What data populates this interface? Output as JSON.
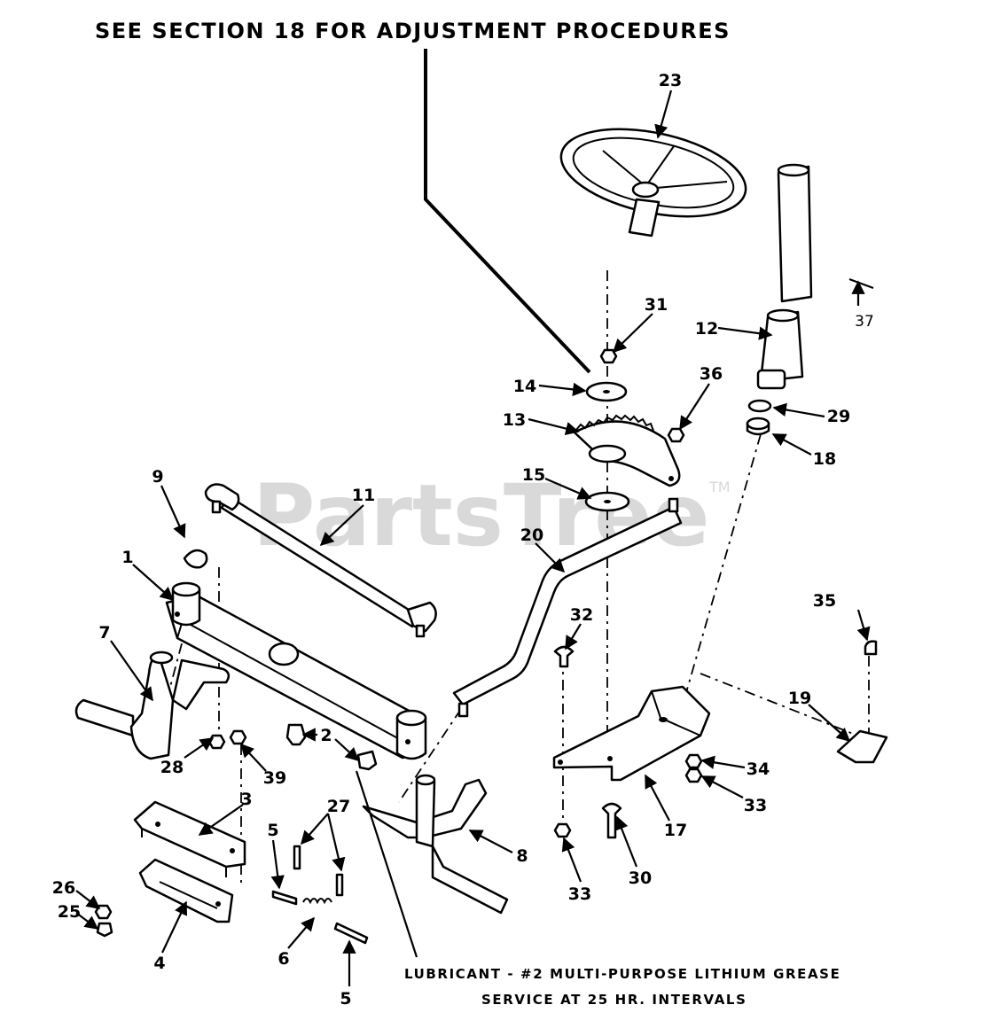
{
  "header": "SEE SECTION 18 FOR ADJUSTMENT PROCEDURES",
  "watermark": "PartsTree",
  "trademark": "TM",
  "note": {
    "line1": "LUBRICANT - #2 MULTI-PURPOSE LITHIUM GREASE",
    "line2": "SERVICE AT 25 HR. INTERVALS"
  },
  "callouts": {
    "c1": "1",
    "c2": "2",
    "c3": "3",
    "c4": "4",
    "c5a": "5",
    "c5b": "5",
    "c6": "6",
    "c7": "7",
    "c8": "8",
    "c9": "9",
    "c11": "11",
    "c12": "12",
    "c13": "13",
    "c14": "14",
    "c15": "15",
    "c17": "17",
    "c18": "18",
    "c19": "19",
    "c20": "20",
    "c23": "23",
    "c25": "25",
    "c26": "26",
    "c27": "27",
    "c28": "28",
    "c29": "29",
    "c30": "30",
    "c31": "31",
    "c32": "32",
    "c33a": "33",
    "c33b": "33",
    "c34": "34",
    "c35": "35",
    "c36": "36",
    "c37": "37",
    "c39": "39"
  }
}
